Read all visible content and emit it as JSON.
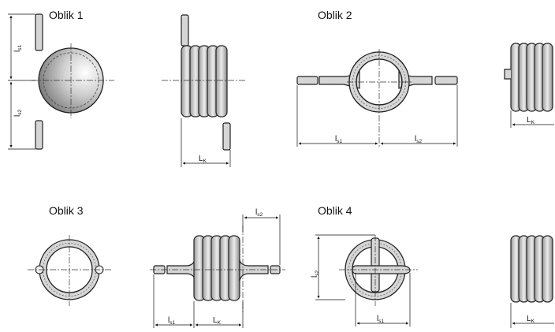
{
  "titles": {
    "form1": "Oblik 1",
    "form2": "Oblik 2",
    "form3": "Oblik 3",
    "form4": "Oblik 4"
  },
  "dims": {
    "ls_main": "l",
    "s1_sub": "s1",
    "s2_sub": "s2",
    "lk_main": "L",
    "k_sub": "K"
  },
  "colors": {
    "wire_fill": "#d6d6d6",
    "wire_stroke": "#222222",
    "line": "#111111"
  }
}
